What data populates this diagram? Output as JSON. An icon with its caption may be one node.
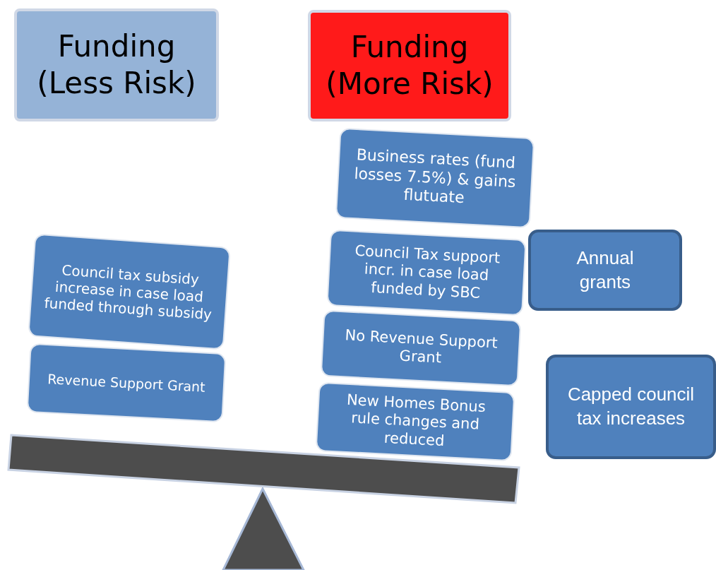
{
  "diagram": {
    "nodes": [
      {
        "text": [
          "Funding (Less Risk)"
        ]
      },
      {
        "text": [
          "Funding (More Risk)"
        ]
      },
      {
        "text": [
          "Business rates (fund losses 7.5%) & gains flutuate"
        ]
      },
      {
        "text": [
          "Council Tax support incr. in case load funded by SBC"
        ]
      },
      {
        "text": [
          "Annual grants"
        ]
      },
      {
        "text": [
          "Council tax subsidy increase in case load funded through subsidy"
        ]
      },
      {
        "text": [
          "No Revenue Support Grant"
        ]
      },
      {
        "text": [
          "Revenue Support Grant"
        ]
      },
      {
        "text": [
          "New Homes Bonus rule changes and reduced"
        ]
      },
      {
        "text": [
          "Capped council tax increases"
        ]
      }
    ]
  }
}
